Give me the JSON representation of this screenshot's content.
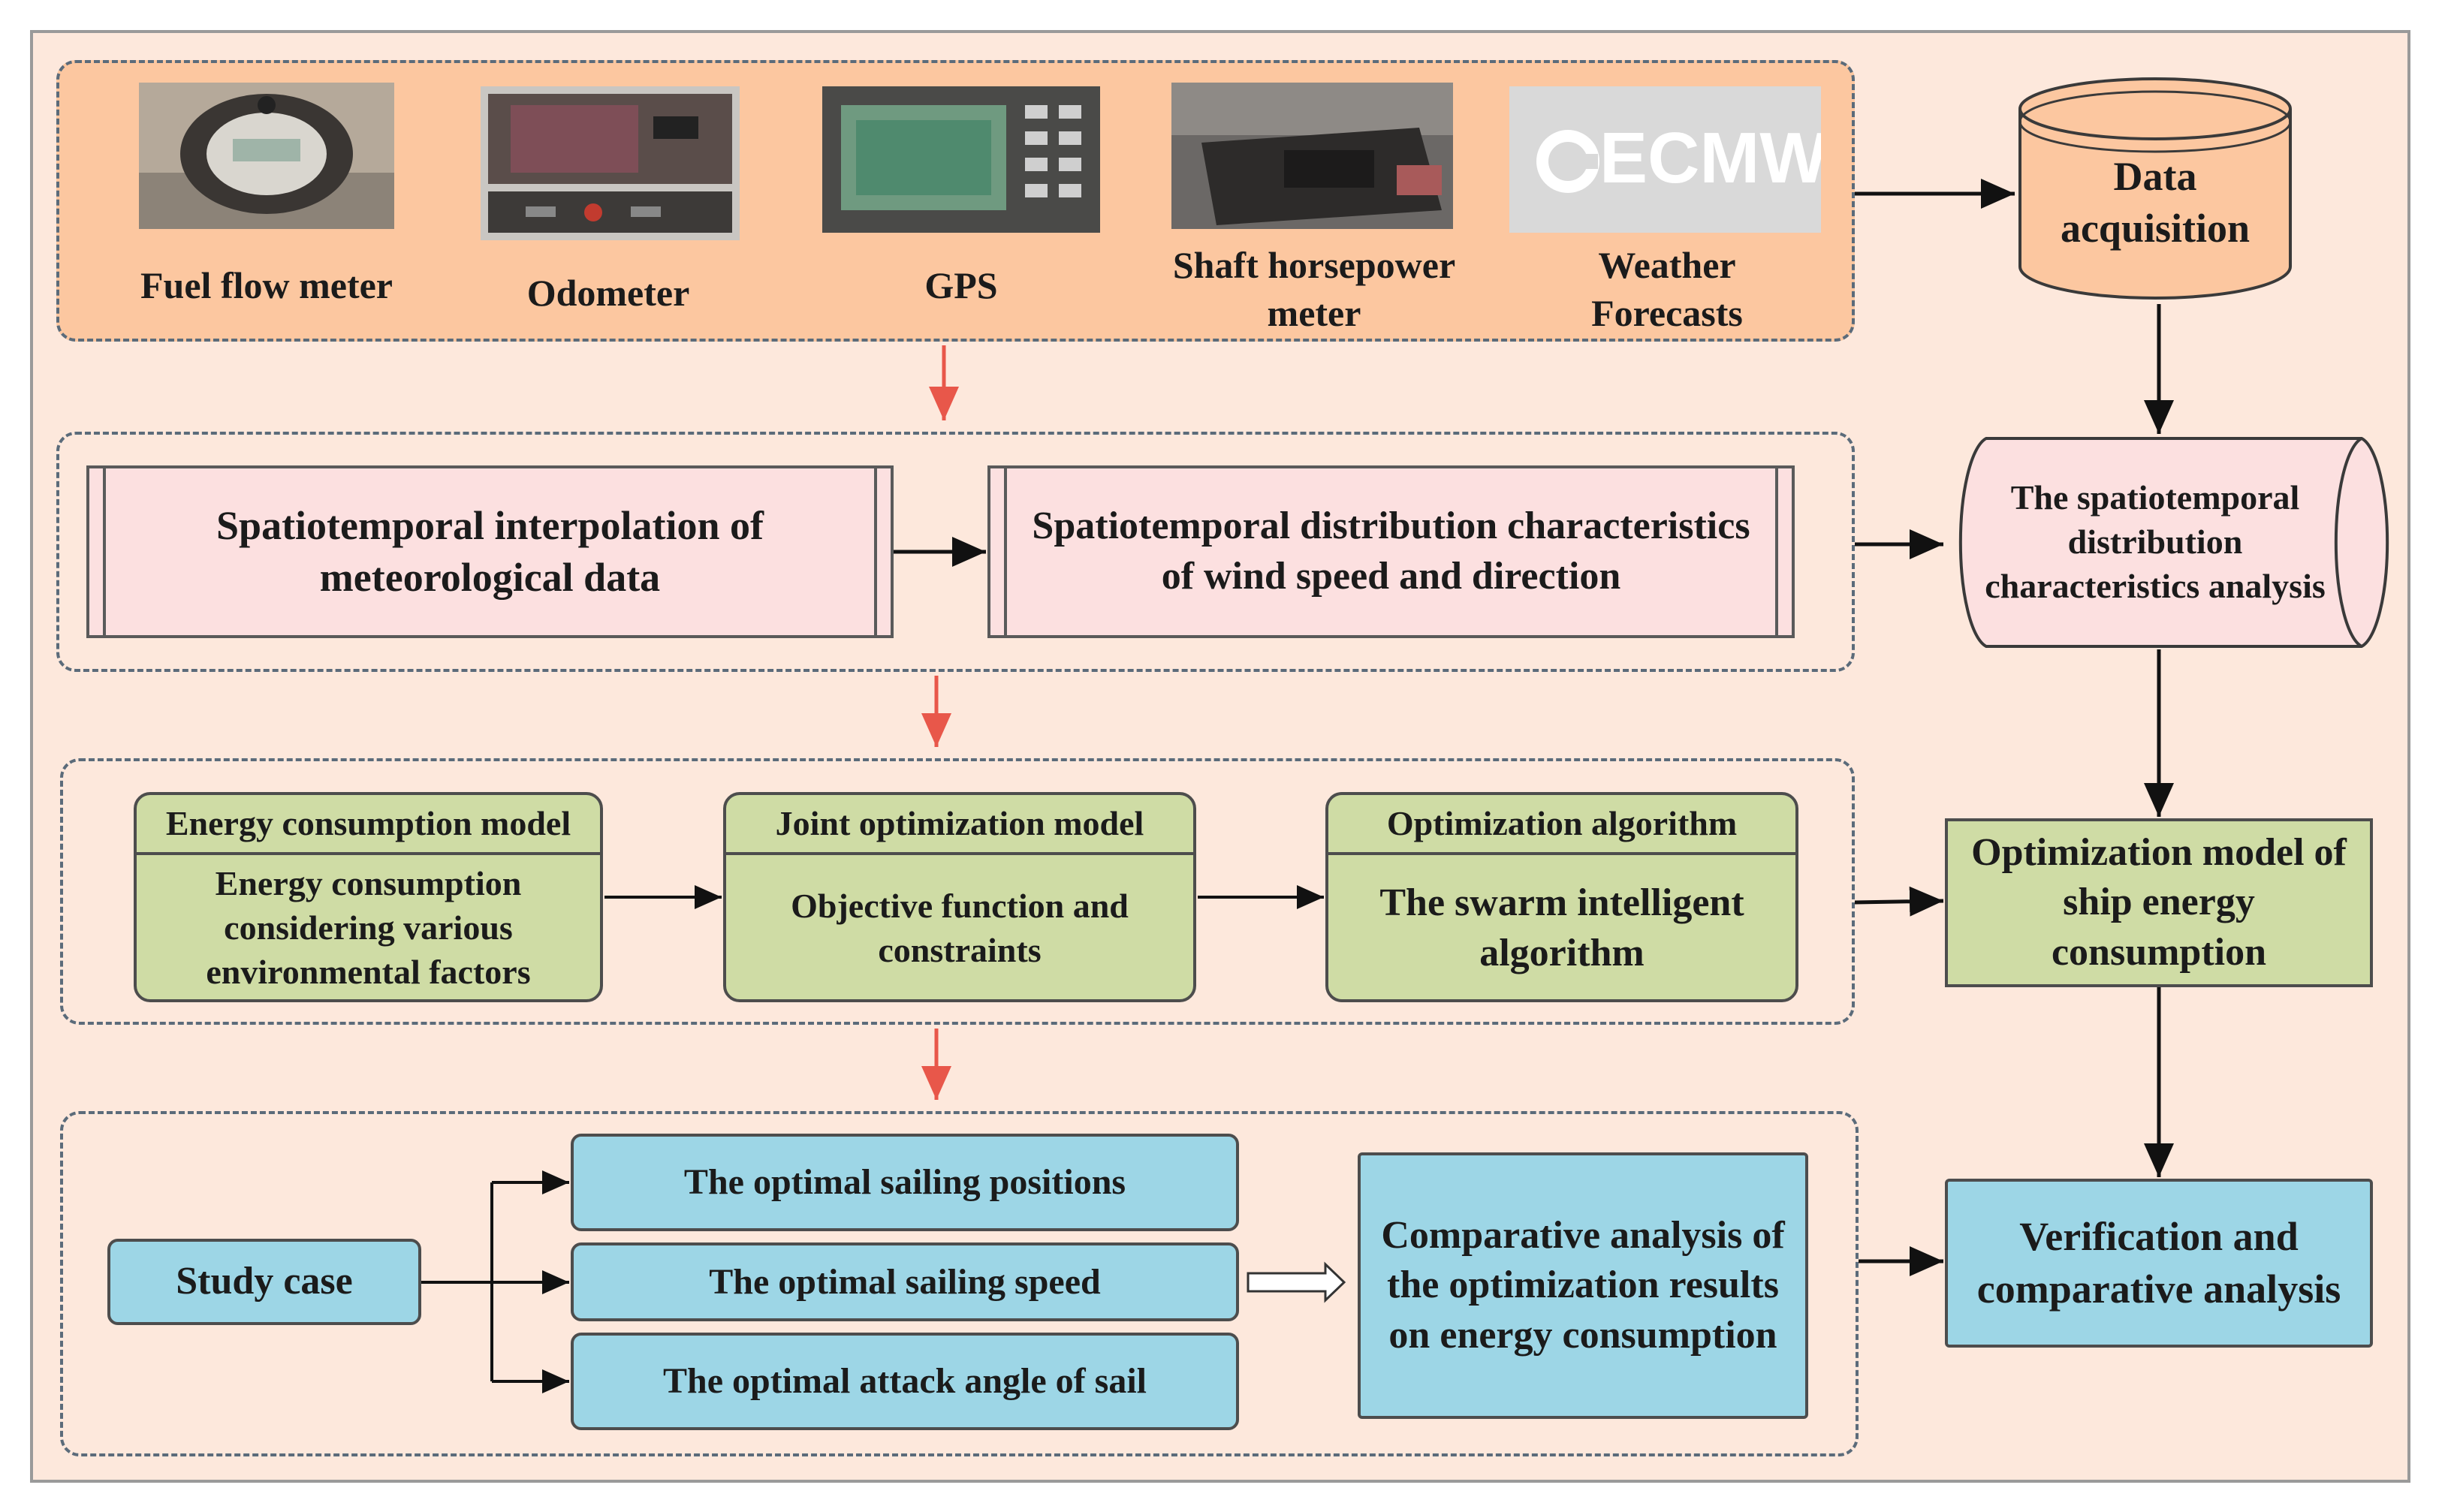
{
  "sensors": [
    {
      "label": "Fuel flow meter"
    },
    {
      "label": "Odometer"
    },
    {
      "label": "GPS"
    },
    {
      "label": "Shaft horsepower\nmeter"
    },
    {
      "label": "Weather\nForecasts",
      "logo_text": "ECMWF"
    }
  ],
  "right_column": {
    "data_acquisition": "Data\nacquisition",
    "spatiotemporal_analysis": "The spatiotemporal\ndistribution\ncharacteristics analysis",
    "optimization_model": "Optimization model of\nship energy\nconsumption",
    "verification": "Verification and\ncomparative analysis"
  },
  "row2": {
    "interpolation": "Spatiotemporal interpolation of\nmeteorological data",
    "distribution": "Spatiotemporal  distribution characteristics\nof wind speed and direction"
  },
  "row3": {
    "energy_model": {
      "header": "Energy consumption model",
      "body": "Energy consumption\nconsidering various\nenvironmental factors"
    },
    "joint_model": {
      "header": "Joint optimization model",
      "body": "Objective function and\nconstraints"
    },
    "algorithm": {
      "header": "Optimization algorithm",
      "body": "The swarm intelligent\nalgorithm"
    }
  },
  "row4": {
    "study_case": "Study case",
    "positions": "The optimal sailing positions",
    "speed": "The optimal sailing speed",
    "attack_angle": "The optimal attack angle of sail",
    "comparative": "Comparative analysis of\nthe optimization results\non energy consumption"
  },
  "colors": {
    "background": "#fde8dc",
    "sensor_panel": "#fcc7a0",
    "pink_box": "#fce0e0",
    "green_box": "#cfdca5",
    "blue_box": "#9dd6e6",
    "red_arrow": "#e8574a"
  }
}
